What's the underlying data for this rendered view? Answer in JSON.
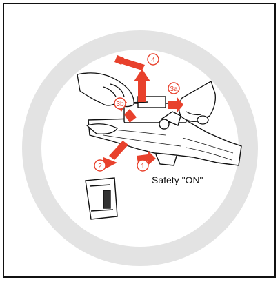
{
  "diagram": {
    "caption": "Safety \"ON\"",
    "steps": [
      "1",
      "2",
      "3a",
      "3b",
      "4"
    ]
  },
  "colors": {
    "accent": "#e8412c",
    "ring": "#e3e3e3",
    "ink": "#111111",
    "background": "#ffffff"
  }
}
